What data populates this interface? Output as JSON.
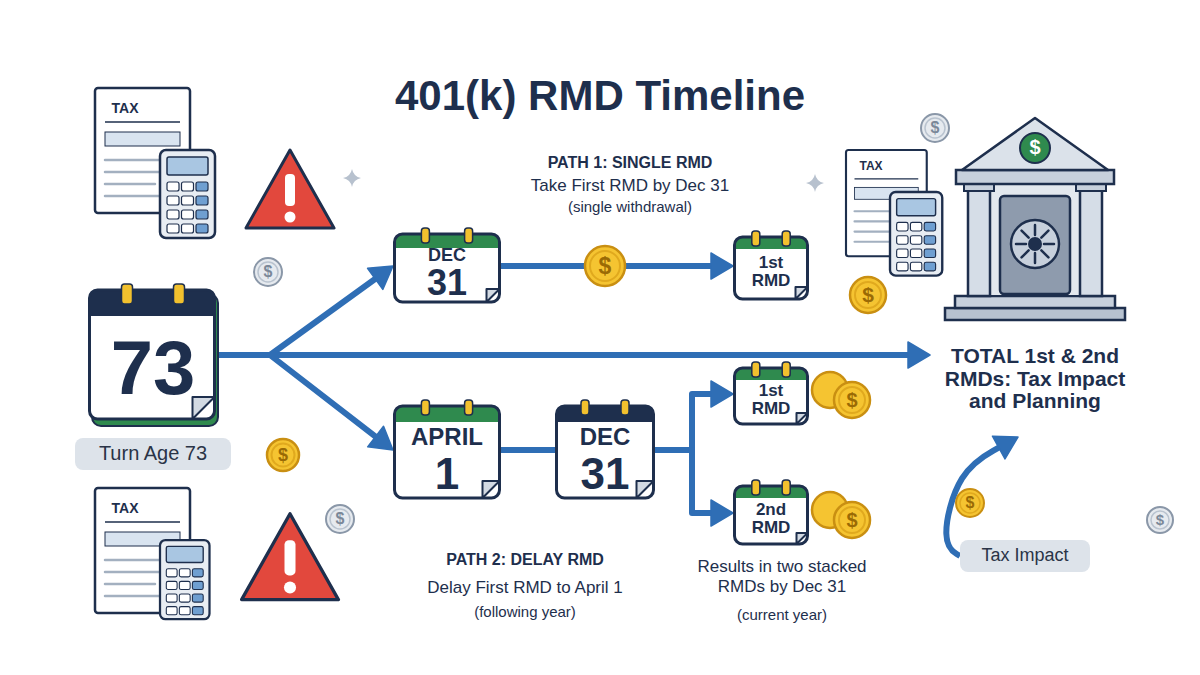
{
  "diagram": {
    "title": "401(k) RMD Timeline",
    "nodes": [
      {
        "text": [
          "73",
          "Turn Age 73"
        ]
      },
      {
        "text": [
          "DEC",
          "31"
        ]
      },
      {
        "text": [
          "1st RMD"
        ]
      },
      {
        "text": [
          "APRIL",
          "1"
        ]
      },
      {
        "text": [
          "DEC",
          "31"
        ]
      },
      {
        "text": [
          "1st RMD"
        ]
      },
      {
        "text": [
          "2nd RMD"
        ]
      },
      {
        "text": [
          "$",
          "TOTAL 1st & 2nd RMDs: Tax Impact and Planning"
        ]
      },
      {
        "text": [
          "Tax Impact"
        ]
      }
    ],
    "edges": [
      {
        "from": 0,
        "to": 1,
        "arrow": "to"
      },
      {
        "from": 0,
        "to": 3,
        "arrow": "to"
      },
      {
        "from": 0,
        "to": 7,
        "arrow": "to"
      },
      {
        "from": 1,
        "to": 2,
        "arrow": "to"
      },
      {
        "from": 3,
        "to": 4,
        "arrow": "none"
      },
      {
        "from": 4,
        "to": 5,
        "arrow": "to"
      },
      {
        "from": 4,
        "to": 6,
        "arrow": "to"
      },
      {
        "from": 8,
        "to": 7,
        "arrow": "to"
      }
    ],
    "labels": [
      "PATH 1: SINGLE RMD",
      "Take First RMD by Dec 31",
      "(single withdrawal)",
      "PATH 2: DELAY RMD",
      "Delay First RMD to April 1",
      "(following year)",
      "Results in two stacked RMDs by Dec 31",
      "(current year)",
      "TAX",
      "TAX",
      "TAX",
      "$",
      "$",
      "$",
      "$",
      "$",
      "$",
      "$",
      "$",
      "$",
      "$"
    ]
  }
}
